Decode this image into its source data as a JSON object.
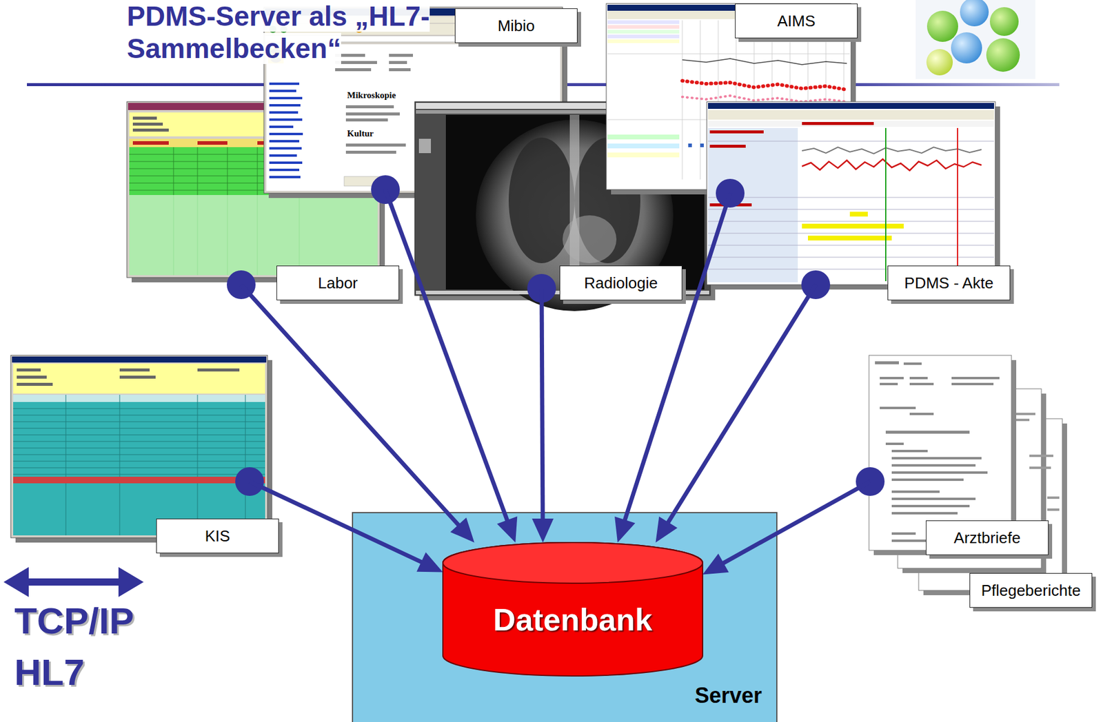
{
  "diagram": {
    "title": "PDMS-Server als „HL7-Sammelbecken“",
    "nodes": [
      {
        "text": [
          "Mibio"
        ]
      },
      {
        "text": [
          "AIMS"
        ]
      },
      {
        "text": [
          "Labor"
        ]
      },
      {
        "text": [
          "Radiologie"
        ]
      },
      {
        "text": [
          "PDMS - Akte"
        ]
      },
      {
        "text": [
          "KIS"
        ]
      },
      {
        "text": [
          "Arztbriefe"
        ]
      },
      {
        "text": [
          "Pflegeberichte"
        ]
      },
      {
        "text": [
          "Server"
        ]
      },
      {
        "text": [
          "Datenbank"
        ],
        "in": 8
      }
    ],
    "edges": [
      {
        "from": 2,
        "to": 9,
        "arrow": "to"
      },
      {
        "from": 0,
        "to": 9,
        "arrow": "to"
      },
      {
        "from": 3,
        "to": 9,
        "arrow": "to"
      },
      {
        "from": 1,
        "to": 9,
        "arrow": "to"
      },
      {
        "from": 4,
        "to": 9,
        "arrow": "to"
      },
      {
        "from": 5,
        "to": 9,
        "arrow": "to"
      },
      {
        "from": 6,
        "to": 9,
        "arrow": "to"
      }
    ],
    "labels": [
      "TCP/IP",
      "HL7",
      "Mikroskopie",
      "Kultur"
    ]
  }
}
